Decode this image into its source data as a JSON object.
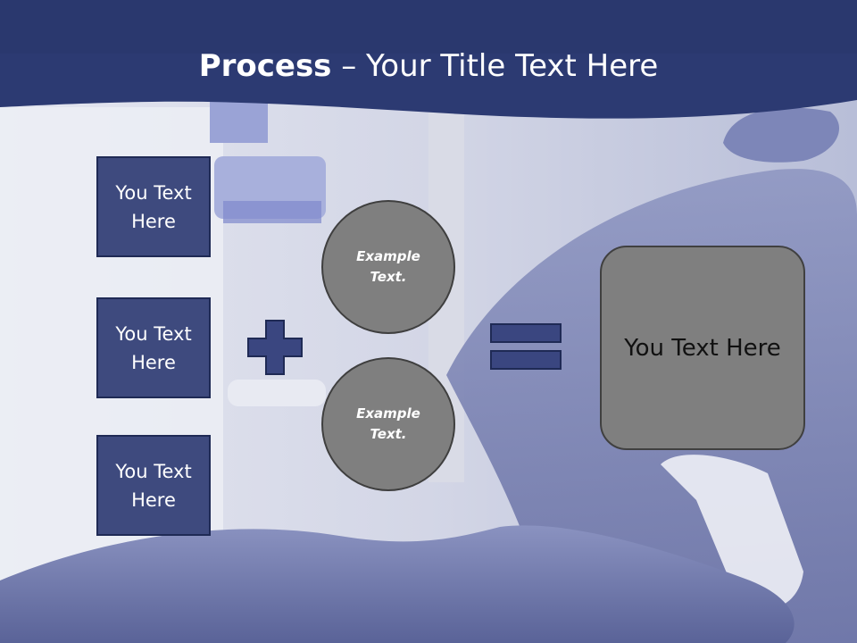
{
  "title": {
    "bold": "Process",
    "rest": " – Your Title Text Here"
  },
  "input_boxes": [
    {
      "label": "You Text Here"
    },
    {
      "label": "You Text Here"
    },
    {
      "label": "You Text Here"
    }
  ],
  "circles": [
    {
      "label": "Example Text."
    },
    {
      "label": "Example Text."
    }
  ],
  "result_box": {
    "label": "You Text Here"
  },
  "operators": {
    "plus": "plus-icon",
    "equals": "equals-icon"
  },
  "colors": {
    "header": "#2c3a72",
    "box_fill": "#3e4a7e",
    "box_border": "#1f2a55",
    "circle_fill": "#7f7f7f",
    "result_fill": "#7f7f7f",
    "operator": "#3a4680"
  },
  "background": {
    "description_icon": "dental-chair-photo"
  }
}
